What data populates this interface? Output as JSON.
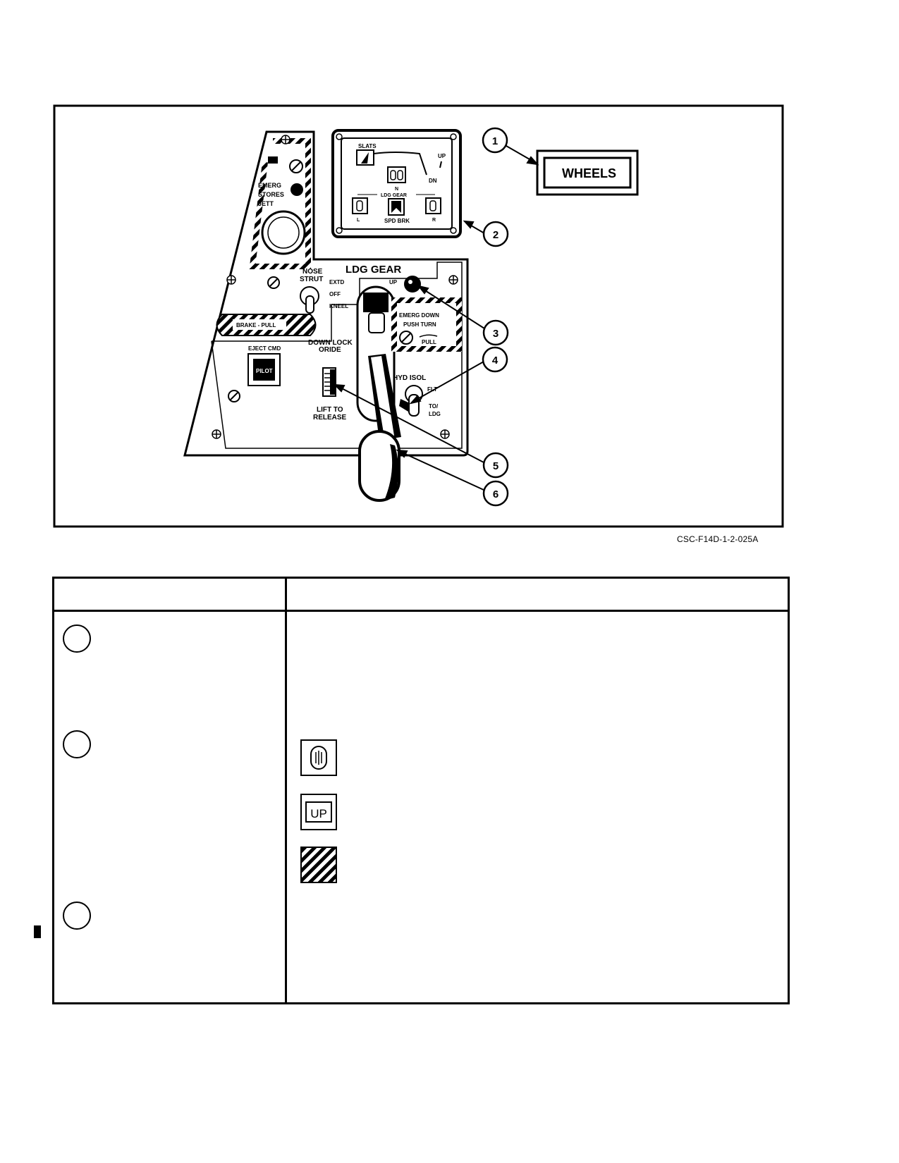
{
  "figure": {
    "callout_numbers": [
      "1",
      "2",
      "3",
      "4",
      "5",
      "6"
    ],
    "wheels_indicator": "WHEELS",
    "indicator_panel": {
      "slats": "SLATS",
      "up": "UP",
      "dn": "DN",
      "n": "N",
      "ldg_gear": "LDG GEAR",
      "left": "L",
      "right": "R",
      "spd_brk": "SPD BRK"
    },
    "emerg_stores": [
      "EMERG",
      "STORES",
      "JETT"
    ],
    "nose_strut": {
      "title_lines": [
        "NOSE",
        "STRUT"
      ],
      "positions": [
        "EXTD",
        "OFF",
        "KNEEL"
      ]
    },
    "brake_pull": "BRAKE - PULL",
    "ldg_gear_title": "LDG GEAR",
    "ldg_gear_up": "UP",
    "emerg_down": [
      "EMERG DOWN",
      "PUSH TURN",
      "PULL"
    ],
    "eject_cmd": "EJECT CMD",
    "pilot": "PILOT",
    "down_lock_oride": [
      "DOWN LOCK",
      "ORIDE"
    ],
    "lift_to_release": [
      "LIFT TO",
      "RELEASE"
    ],
    "hyd_isol": {
      "title": "HYD ISOL",
      "positions": [
        "FLT",
        "TO/",
        "LDG"
      ]
    },
    "figure_id": "CSC-F14D-1-2-025A"
  },
  "table": {
    "header": {
      "left": "",
      "right": ""
    },
    "rows": [
      {
        "circle": ""
      },
      {
        "circle": ""
      },
      {
        "circle": ""
      }
    ],
    "legend": {
      "up_box": "UP"
    }
  }
}
